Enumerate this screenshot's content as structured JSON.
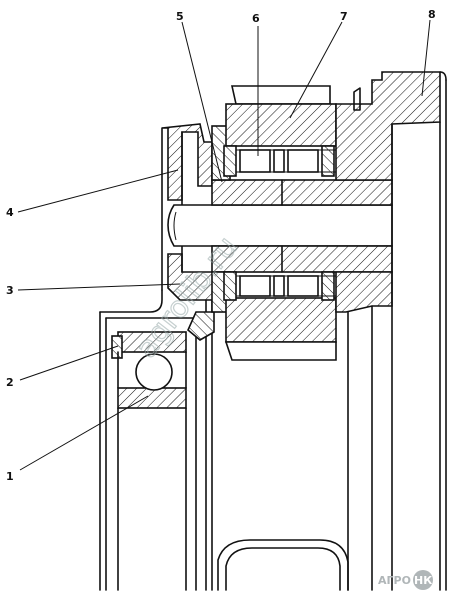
{
  "callouts": {
    "c1": "1",
    "c2": "2",
    "c3": "3",
    "c4": "4",
    "c5": "5",
    "c6": "6",
    "c7": "7",
    "c8": "8"
  },
  "watermark": {
    "text": "agrolib.ru",
    "color": "#9aa5a8"
  },
  "logo": {
    "left": "АГРО",
    "right": "НК",
    "color": "#b0b6b8"
  },
  "colors": {
    "ink": "#111111",
    "paper": "#ffffff"
  }
}
